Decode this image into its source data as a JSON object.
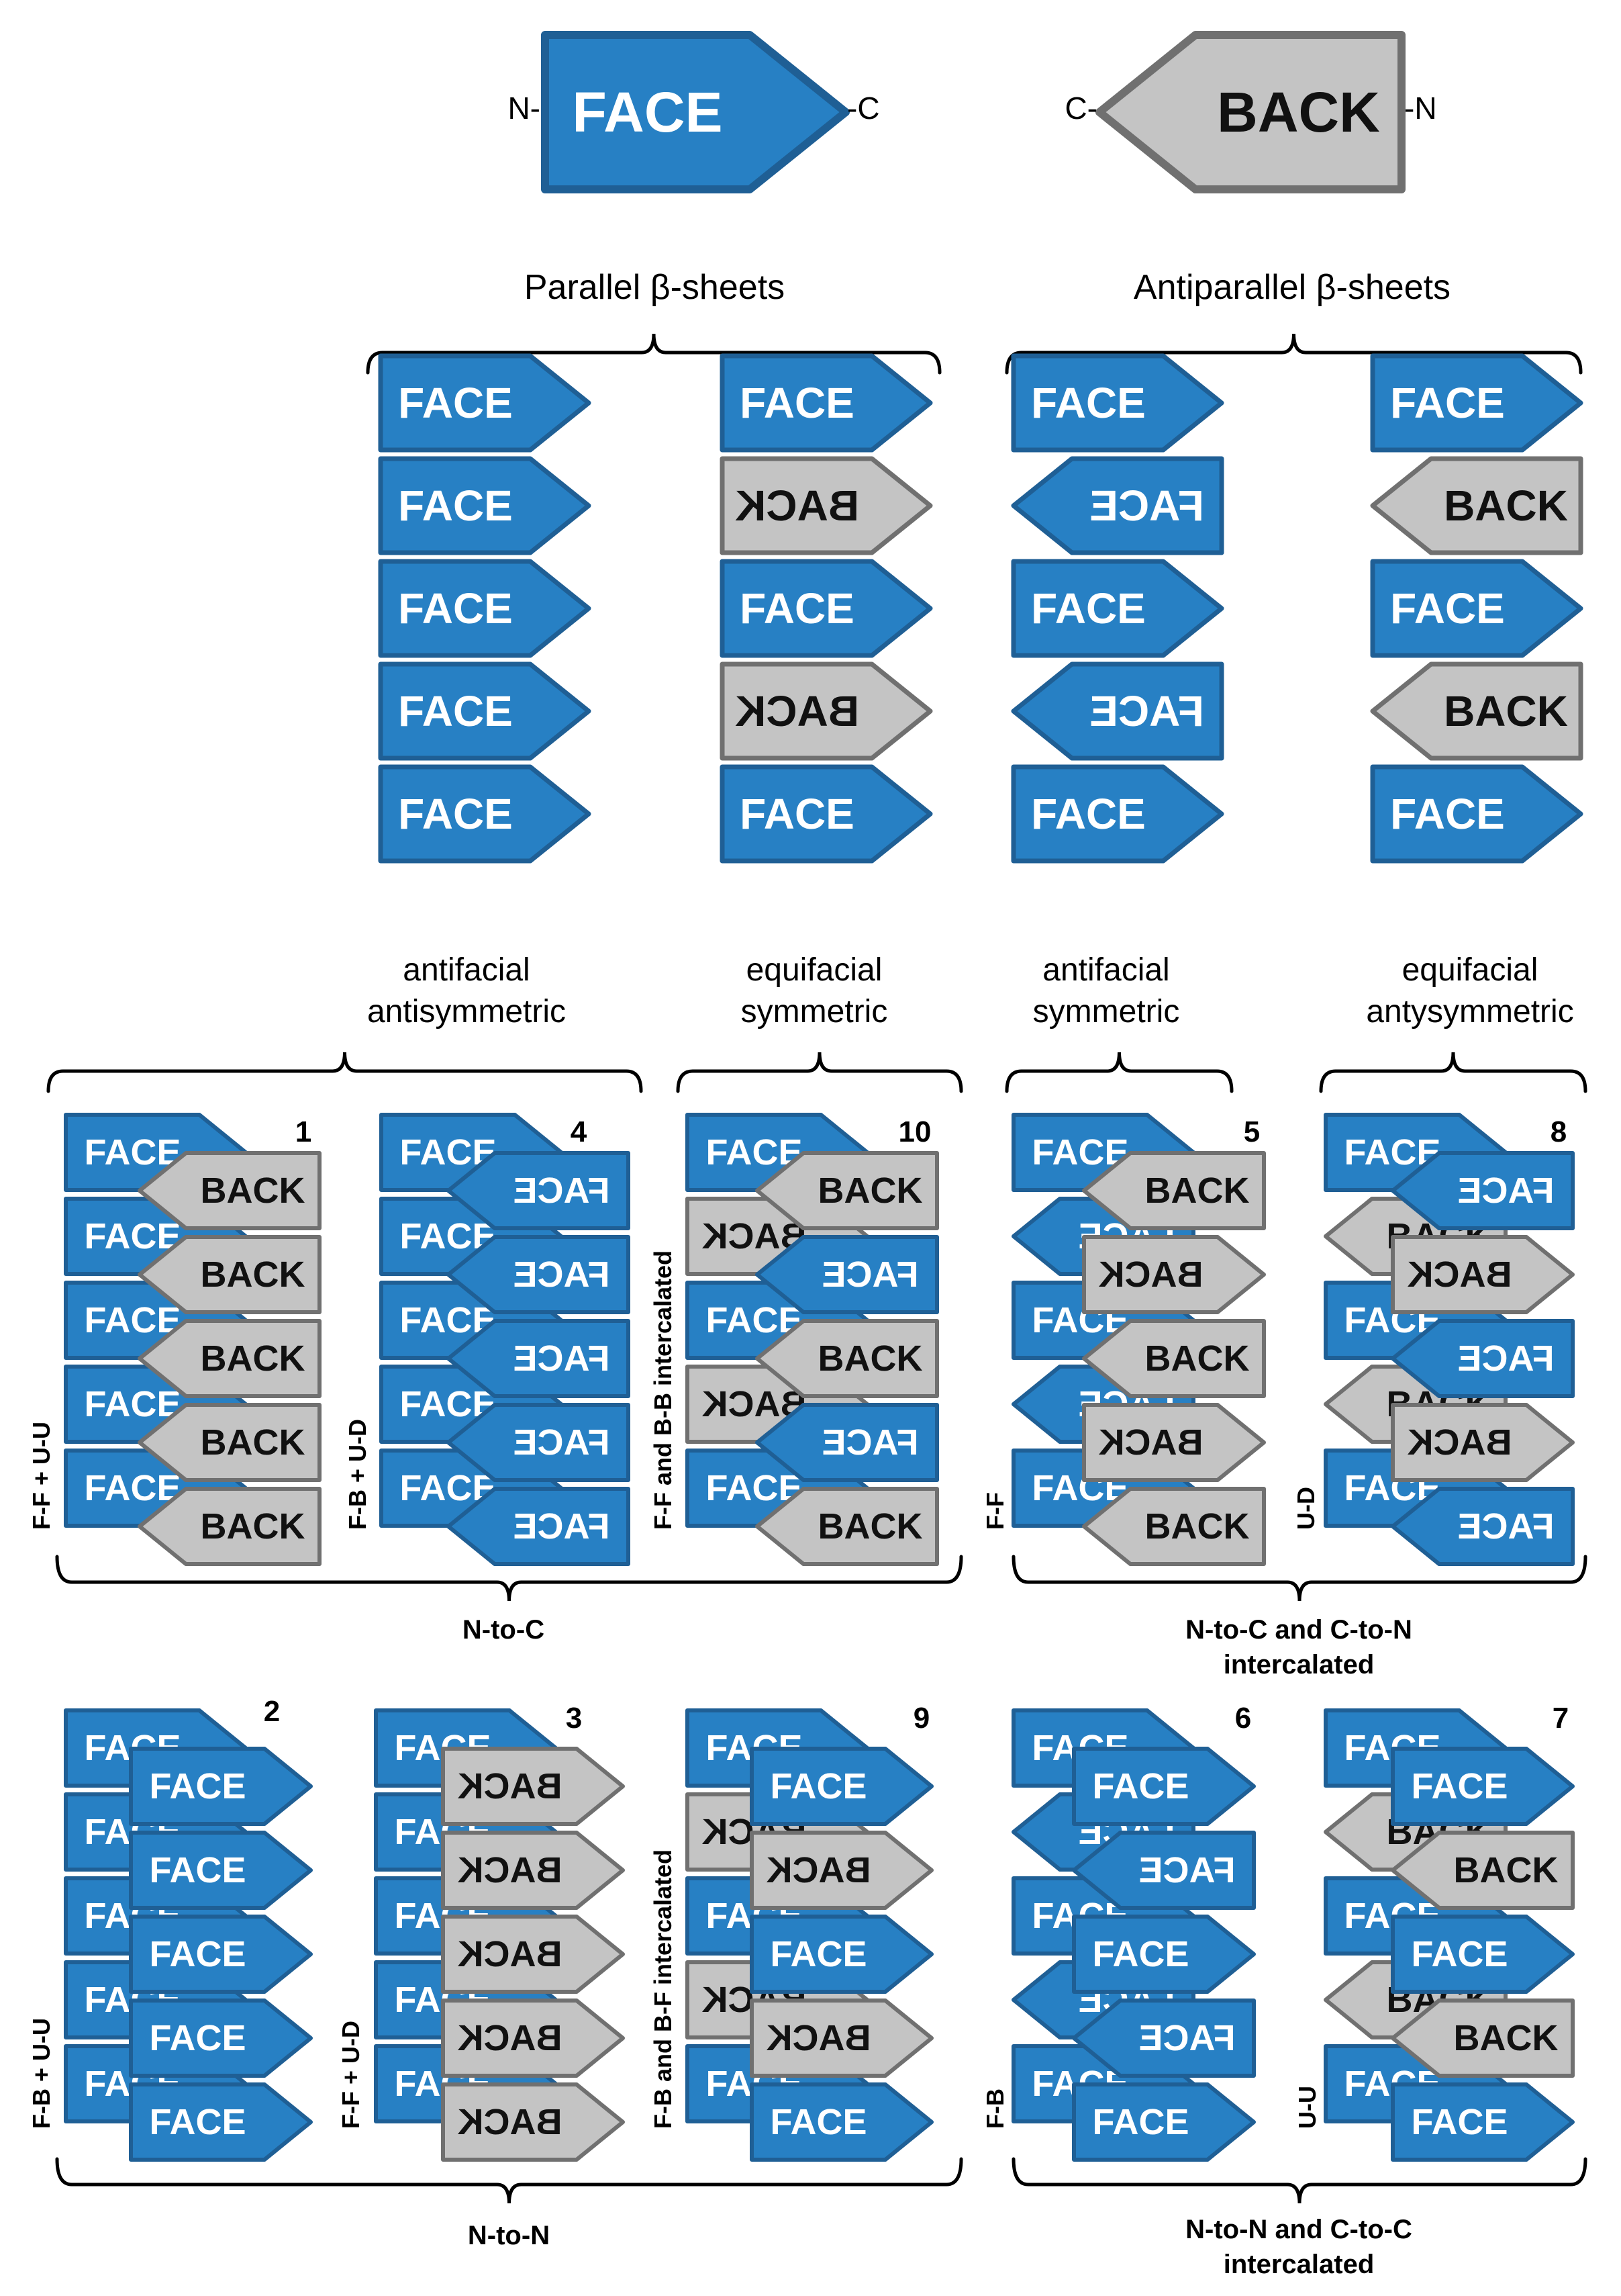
{
  "colors": {
    "face": "#2780c4",
    "face_stroke": "#1f5f95",
    "back": "#c4c4c4",
    "back_stroke": "#707070",
    "ink": "#000000"
  },
  "legend": {
    "face_text": "FACE",
    "back_text": "BACK",
    "face_left": "N-",
    "face_right": "-C",
    "back_left": "C-",
    "back_right": "-N"
  },
  "groups": {
    "parallel": "Parallel β-sheets",
    "antiparallel": "Antiparallel β-sheets",
    "antifacial_antisymmetric_1": "antifacial",
    "antifacial_antisymmetric_2": "antisymmetric",
    "equifacial_symmetric_1": "equifacial",
    "equifacial_symmetric_2": "symmetric",
    "antifacial_symmetric_1": "antifacial",
    "antifacial_symmetric_2": "symmetric",
    "equifacial_antysymmetric_1": "equifacial",
    "equifacial_antysymmetric_2": "antysymmetric",
    "n_to_c": "N-to-C",
    "n_c_inter_1": "N-to-C and C-to-N",
    "n_c_inter_2": "intercalated",
    "n_to_n": "N-to-N",
    "n_n_inter_1": "N-to-N and C-to-C",
    "n_n_inter_2": "intercalated"
  },
  "classes": [
    {
      "number": "1",
      "label": "F-F + U-U"
    },
    {
      "number": "4",
      "label": "F-B + U-D"
    },
    {
      "number": "10",
      "label": "F-F and B-B intercalated"
    },
    {
      "number": "5",
      "label": "F-F"
    },
    {
      "number": "8",
      "label": "U-D"
    },
    {
      "number": "2",
      "label": "F-B + U-U"
    },
    {
      "number": "3",
      "label": "F-F + U-D"
    },
    {
      "number": "9",
      "label": "F-B and B-F intercalated"
    },
    {
      "number": "6",
      "label": "F-B"
    },
    {
      "number": "7",
      "label": "U-U"
    }
  ]
}
